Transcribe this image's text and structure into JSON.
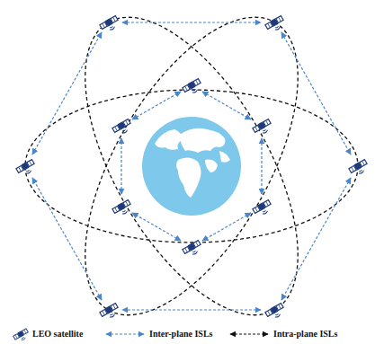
{
  "diagram": {
    "legend": [
      {
        "text": "LEO satellite"
      },
      {
        "text": "Inter-plane ISLs"
      },
      {
        "text": "Intra-plane ISLs"
      }
    ]
  }
}
